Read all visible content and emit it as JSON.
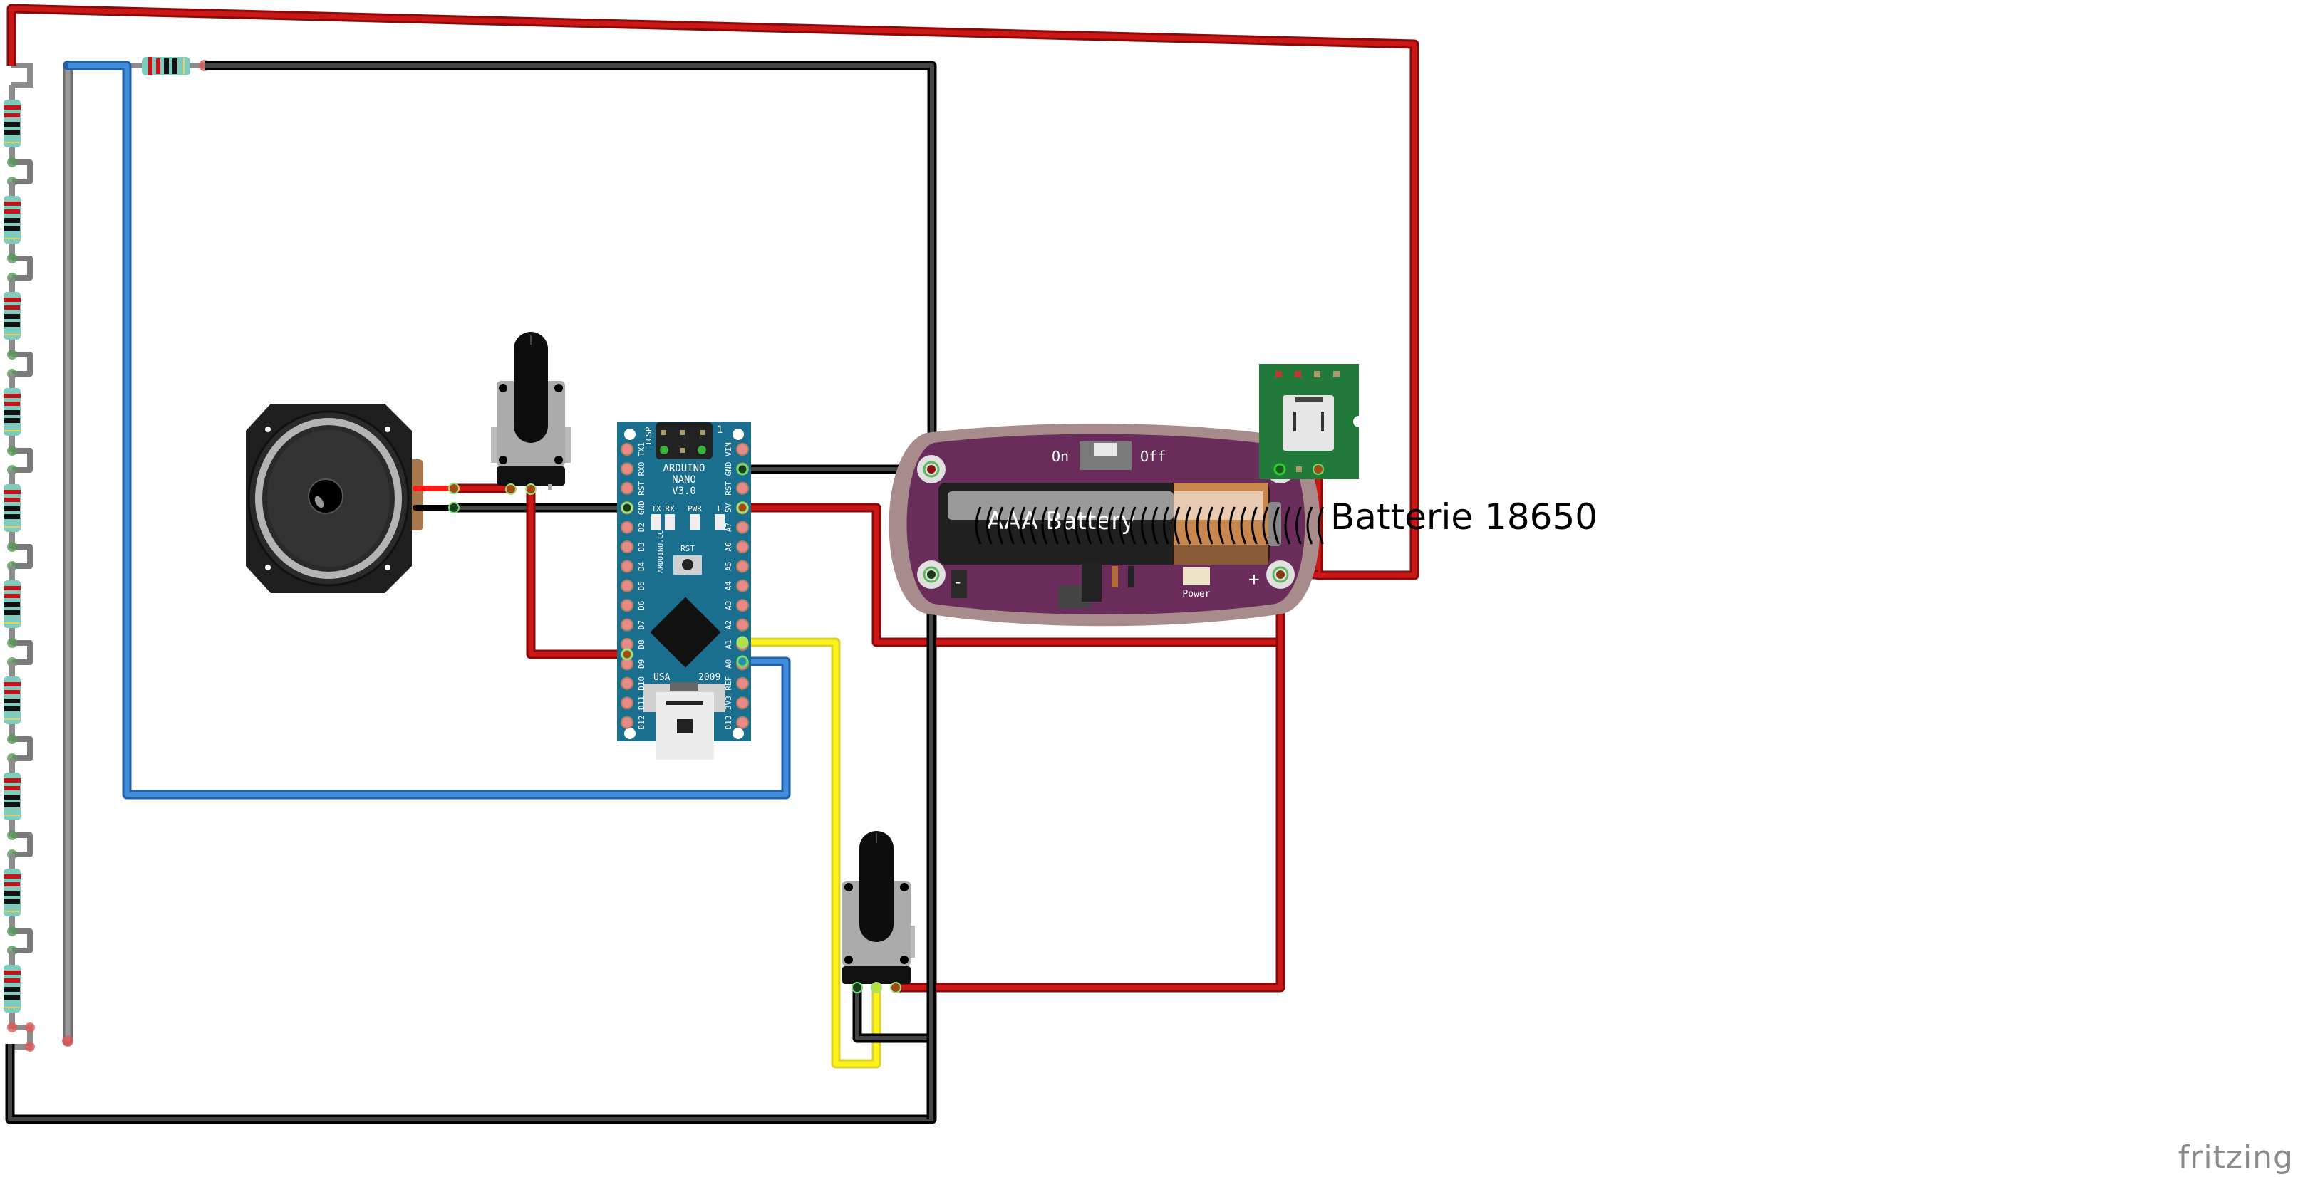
{
  "app": {
    "brand": "fritzing"
  },
  "colors": {
    "wire_red": "#c81414",
    "wire_red_dark": "#8a0a0a",
    "wire_black": "#404040",
    "wire_blue": "#418dd9",
    "wire_yellow": "#f2ea12",
    "wire_gray": "#999999",
    "arduino_board": "#1a6e8e",
    "battery_holder": "#6a2c5a",
    "charger_board": "#217a3a"
  },
  "components": {
    "arduino": {
      "title_lines": [
        "ARDUINO",
        "NANO",
        "V3.0"
      ],
      "icsp_label": "ICSP",
      "icsp_pin1": "1",
      "leds": [
        "TX",
        "RX",
        "PWR",
        "L"
      ],
      "rst_label": "RST",
      "side_text": "ARDUINO.CC",
      "usa_label": "USA",
      "year_label": "2009",
      "left_pins": [
        "TX1",
        "RX0",
        "RST",
        "GND",
        "D2",
        "D3",
        "D4",
        "D5",
        "D6",
        "D7",
        "D8",
        "D9",
        "D10",
        "D11",
        "D12"
      ],
      "right_pins": [
        "VIN",
        "GND",
        "RST",
        "5V",
        "A7",
        "A6",
        "A5",
        "A4",
        "A3",
        "A2",
        "A1",
        "A0",
        "REF",
        "3V3",
        "D13"
      ]
    },
    "battery_holder": {
      "battery_label": "AAA Battery",
      "switch_on": "On",
      "switch_off": "Off",
      "minus_label": "-",
      "plus_label": "+",
      "power_label": "Power"
    },
    "battery_annotation": "Batterie 18650",
    "speaker": {
      "name": "speaker"
    },
    "potentiometers": [
      {
        "name": "potentiometer-1"
      },
      {
        "name": "potentiometer-2"
      }
    ],
    "resistor_chain": {
      "count": 10
    }
  }
}
